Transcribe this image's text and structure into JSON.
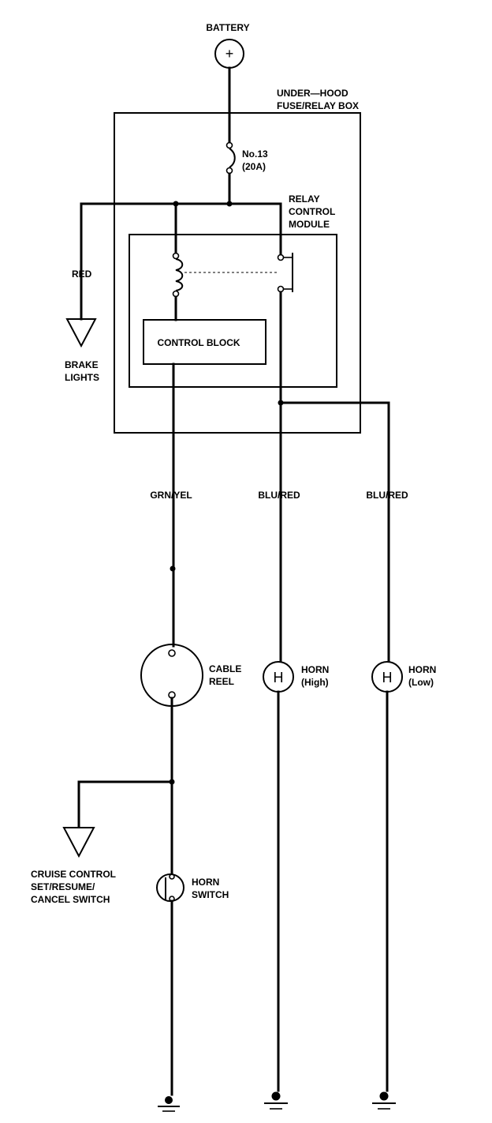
{
  "labels": {
    "battery": "BATTERY",
    "battery_symbol": "+",
    "fuse_box_line1": "UNDER—HOOD",
    "fuse_box_line2": "FUSE/RELAY BOX",
    "fuse_line1": "No.13",
    "fuse_line2": "(20A)",
    "relay_line1": "RELAY",
    "relay_line2": "CONTROL",
    "relay_line3": "MODULE",
    "control_block": "CONTROL BLOCK",
    "red_wire": "RED",
    "brake_line1": "BRAKE",
    "brake_line2": "LIGHTS",
    "wire_grn_yel": "GRN/YEL",
    "wire_blu_red_1": "BLU/RED",
    "wire_blu_red_2": "BLU/RED",
    "cable_line1": "CABLE",
    "cable_line2": "REEL",
    "horn_symbol_high": "H",
    "horn_symbol_low": "H",
    "horn_high_line1": "HORN",
    "horn_high_line2": "(High)",
    "horn_low_line1": "HORN",
    "horn_low_line2": "(Low)",
    "cruise_line1": "CRUISE CONTROL",
    "cruise_line2": "SET/RESUME/",
    "cruise_line3": "CANCEL SWITCH",
    "horn_switch_line1": "HORN",
    "horn_switch_line2": "SWITCH"
  }
}
